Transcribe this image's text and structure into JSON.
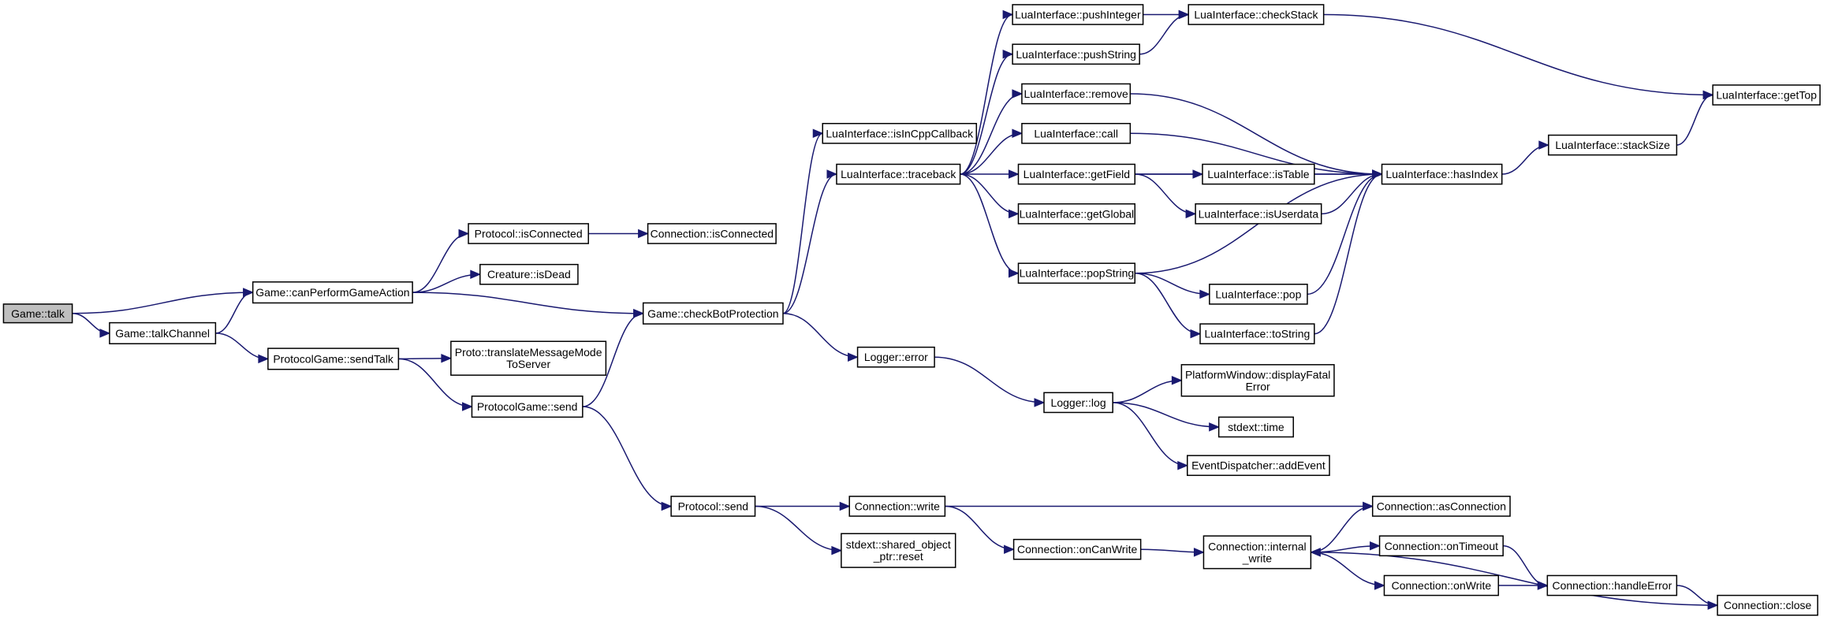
{
  "graph": {
    "colors": {
      "edge": "#191970",
      "node_fill": "#ffffff",
      "root_fill": "#bfbfbf",
      "node_border": "#000000"
    },
    "nodes": [
      {
        "id": "talk",
        "lines": [
          "Game::talk"
        ],
        "root": true
      },
      {
        "id": "talkChannel",
        "lines": [
          "Game::talkChannel"
        ]
      },
      {
        "id": "canPerform",
        "lines": [
          "Game::canPerformGameAction"
        ]
      },
      {
        "id": "protoIsConnected",
        "lines": [
          "Protocol::isConnected"
        ]
      },
      {
        "id": "connIsConnected",
        "lines": [
          "Connection::isConnected"
        ]
      },
      {
        "id": "isDead",
        "lines": [
          "Creature::isDead"
        ]
      },
      {
        "id": "checkBot",
        "lines": [
          "Game::checkBotProtection"
        ]
      },
      {
        "id": "sendTalk",
        "lines": [
          "ProtocolGame::sendTalk"
        ]
      },
      {
        "id": "translate",
        "lines": [
          "Proto::translateMessageMode",
          "ToServer"
        ]
      },
      {
        "id": "pgSend",
        "lines": [
          "ProtocolGame::send"
        ]
      },
      {
        "id": "protoSend",
        "lines": [
          "Protocol::send"
        ]
      },
      {
        "id": "isInCpp",
        "lines": [
          "LuaInterface::isInCppCallback"
        ]
      },
      {
        "id": "traceback",
        "lines": [
          "LuaInterface::traceback"
        ]
      },
      {
        "id": "pushInteger",
        "lines": [
          "LuaInterface::pushInteger"
        ]
      },
      {
        "id": "pushString",
        "lines": [
          "LuaInterface::pushString"
        ]
      },
      {
        "id": "checkStack",
        "lines": [
          "LuaInterface::checkStack"
        ]
      },
      {
        "id": "remove",
        "lines": [
          "LuaInterface::remove"
        ]
      },
      {
        "id": "call",
        "lines": [
          "LuaInterface::call"
        ]
      },
      {
        "id": "getField",
        "lines": [
          "LuaInterface::getField"
        ]
      },
      {
        "id": "isTable",
        "lines": [
          "LuaInterface::isTable"
        ]
      },
      {
        "id": "getGlobal",
        "lines": [
          "LuaInterface::getGlobal"
        ]
      },
      {
        "id": "isUserdata",
        "lines": [
          "LuaInterface::isUserdata"
        ]
      },
      {
        "id": "popString",
        "lines": [
          "LuaInterface::popString"
        ]
      },
      {
        "id": "pop",
        "lines": [
          "LuaInterface::pop"
        ]
      },
      {
        "id": "toString",
        "lines": [
          "LuaInterface::toString"
        ]
      },
      {
        "id": "hasIndex",
        "lines": [
          "LuaInterface::hasIndex"
        ]
      },
      {
        "id": "stackSize",
        "lines": [
          "LuaInterface::stackSize"
        ]
      },
      {
        "id": "getTop",
        "lines": [
          "LuaInterface::getTop"
        ]
      },
      {
        "id": "loggerError",
        "lines": [
          "Logger::error"
        ]
      },
      {
        "id": "loggerLog",
        "lines": [
          "Logger::log"
        ]
      },
      {
        "id": "displayFatal",
        "lines": [
          "PlatformWindow::displayFatal",
          "Error"
        ]
      },
      {
        "id": "stdextTime",
        "lines": [
          "stdext::time"
        ]
      },
      {
        "id": "addEvent",
        "lines": [
          "EventDispatcher::addEvent"
        ]
      },
      {
        "id": "connWrite",
        "lines": [
          "Connection::write"
        ]
      },
      {
        "id": "asConnection",
        "lines": [
          "Connection::asConnection"
        ]
      },
      {
        "id": "sharedReset",
        "lines": [
          "stdext::shared_object",
          "_ptr::reset"
        ]
      },
      {
        "id": "onCanWrite",
        "lines": [
          "Connection::onCanWrite"
        ]
      },
      {
        "id": "internalWrite",
        "lines": [
          "Connection::internal",
          "_write"
        ]
      },
      {
        "id": "onTimeout",
        "lines": [
          "Connection::onTimeout"
        ]
      },
      {
        "id": "onWrite",
        "lines": [
          "Connection::onWrite"
        ]
      },
      {
        "id": "handleError",
        "lines": [
          "Connection::handleError"
        ]
      },
      {
        "id": "connClose",
        "lines": [
          "Connection::close"
        ]
      }
    ],
    "edges": [
      [
        "talk",
        "canPerform"
      ],
      [
        "talk",
        "talkChannel"
      ],
      [
        "talkChannel",
        "canPerform"
      ],
      [
        "talkChannel",
        "sendTalk"
      ],
      [
        "canPerform",
        "protoIsConnected"
      ],
      [
        "canPerform",
        "isDead"
      ],
      [
        "canPerform",
        "checkBot"
      ],
      [
        "protoIsConnected",
        "connIsConnected"
      ],
      [
        "sendTalk",
        "translate"
      ],
      [
        "sendTalk",
        "pgSend"
      ],
      [
        "pgSend",
        "checkBot"
      ],
      [
        "pgSend",
        "protoSend"
      ],
      [
        "checkBot",
        "isInCpp"
      ],
      [
        "checkBot",
        "traceback"
      ],
      [
        "checkBot",
        "loggerError"
      ],
      [
        "traceback",
        "pushInteger"
      ],
      [
        "traceback",
        "pushString"
      ],
      [
        "traceback",
        "remove"
      ],
      [
        "traceback",
        "call"
      ],
      [
        "traceback",
        "getField"
      ],
      [
        "traceback",
        "getGlobal"
      ],
      [
        "traceback",
        "popString"
      ],
      [
        "pushInteger",
        "checkStack"
      ],
      [
        "pushString",
        "checkStack"
      ],
      [
        "checkStack",
        "getTop"
      ],
      [
        "remove",
        "hasIndex"
      ],
      [
        "call",
        "hasIndex"
      ],
      [
        "getField",
        "hasIndex"
      ],
      [
        "getField",
        "isTable"
      ],
      [
        "getField",
        "isUserdata"
      ],
      [
        "isTable",
        "hasIndex"
      ],
      [
        "isUserdata",
        "hasIndex"
      ],
      [
        "popString",
        "hasIndex"
      ],
      [
        "popString",
        "pop"
      ],
      [
        "popString",
        "toString"
      ],
      [
        "pop",
        "hasIndex"
      ],
      [
        "toString",
        "hasIndex"
      ],
      [
        "hasIndex",
        "stackSize"
      ],
      [
        "stackSize",
        "getTop"
      ],
      [
        "loggerError",
        "loggerLog"
      ],
      [
        "loggerLog",
        "displayFatal"
      ],
      [
        "loggerLog",
        "stdextTime"
      ],
      [
        "loggerLog",
        "addEvent"
      ],
      [
        "protoSend",
        "connWrite"
      ],
      [
        "protoSend",
        "sharedReset"
      ],
      [
        "connWrite",
        "asConnection"
      ],
      [
        "connWrite",
        "onCanWrite"
      ],
      [
        "onCanWrite",
        "internalWrite"
      ],
      [
        "internalWrite",
        "asConnection"
      ],
      [
        "internalWrite",
        "onTimeout"
      ],
      [
        "internalWrite",
        "onWrite"
      ],
      [
        "onTimeout",
        "handleError"
      ],
      [
        "onWrite",
        "handleError"
      ],
      [
        "handleError",
        "connClose"
      ],
      [
        "connClose",
        "internalWrite"
      ]
    ]
  }
}
